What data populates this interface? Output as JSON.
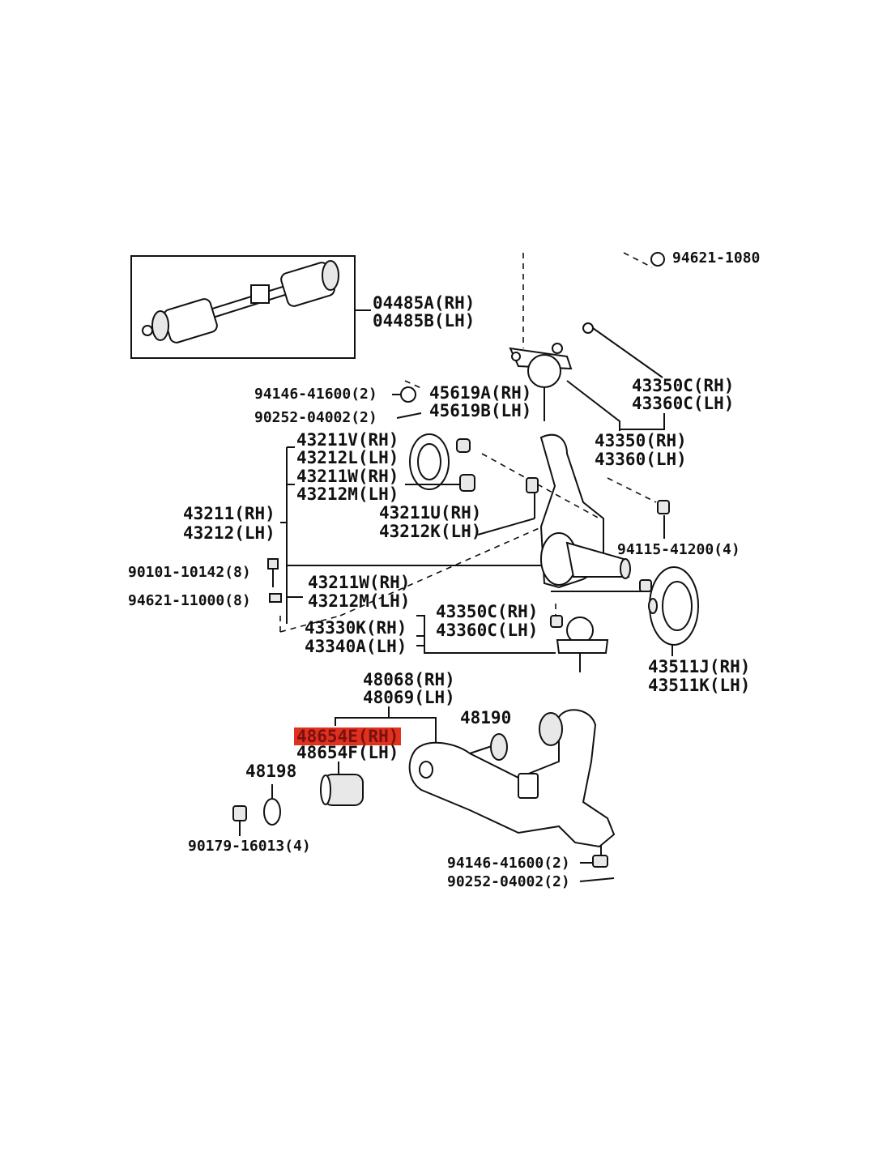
{
  "labels": {
    "p04485A": "04485A(RH)",
    "p04485B": "04485B(LH)",
    "p94621_1080": "94621-1080",
    "p94146_top": "94146-41600(2)",
    "p90252_top": "90252-04002(2)",
    "p45619A": "45619A(RH)",
    "p45619B": "45619B(LH)",
    "p43350C_top": "43350C(RH)",
    "p43360C_top": "43360C(LH)",
    "p43350": "43350(RH)",
    "p43360": "43360(LH)",
    "p43211V": "43211V(RH)",
    "p43212L": "43212L(LH)",
    "p43211W_a": "43211W(RH)",
    "p43212M_a": "43212M(LH)",
    "p43211": "43211(RH)",
    "p43212": "43212(LH)",
    "p43211U": "43211U(RH)",
    "p43212K": "43212K(LH)",
    "p94115": "94115-41200(4)",
    "p90101": "90101-10142(8)",
    "p94621_11000": "94621-11000(8)",
    "p43211W_b": "43211W(RH)",
    "p43212M_b": "43212M(LH)",
    "p43350C_bot": "43350C(RH)",
    "p43360C_bot": "43360C(LH)",
    "p43330K": "43330K(RH)",
    "p43340A": "43340A(LH)",
    "p43511J": "43511J(RH)",
    "p43511K": "43511K(LH)",
    "p48068": "48068(RH)",
    "p48069": "48069(LH)",
    "p48190": "48190",
    "p48654E": "48654E(RH)",
    "p48654F": "48654F(LH)",
    "p48198": "48198",
    "p90179": "90179-16013(4)",
    "p94146_bot": "94146-41600(2)",
    "p90252_bot": "90252-04002(2)"
  },
  "highlight": {
    "part": "48654E(RH)",
    "color": "#e0301e"
  }
}
